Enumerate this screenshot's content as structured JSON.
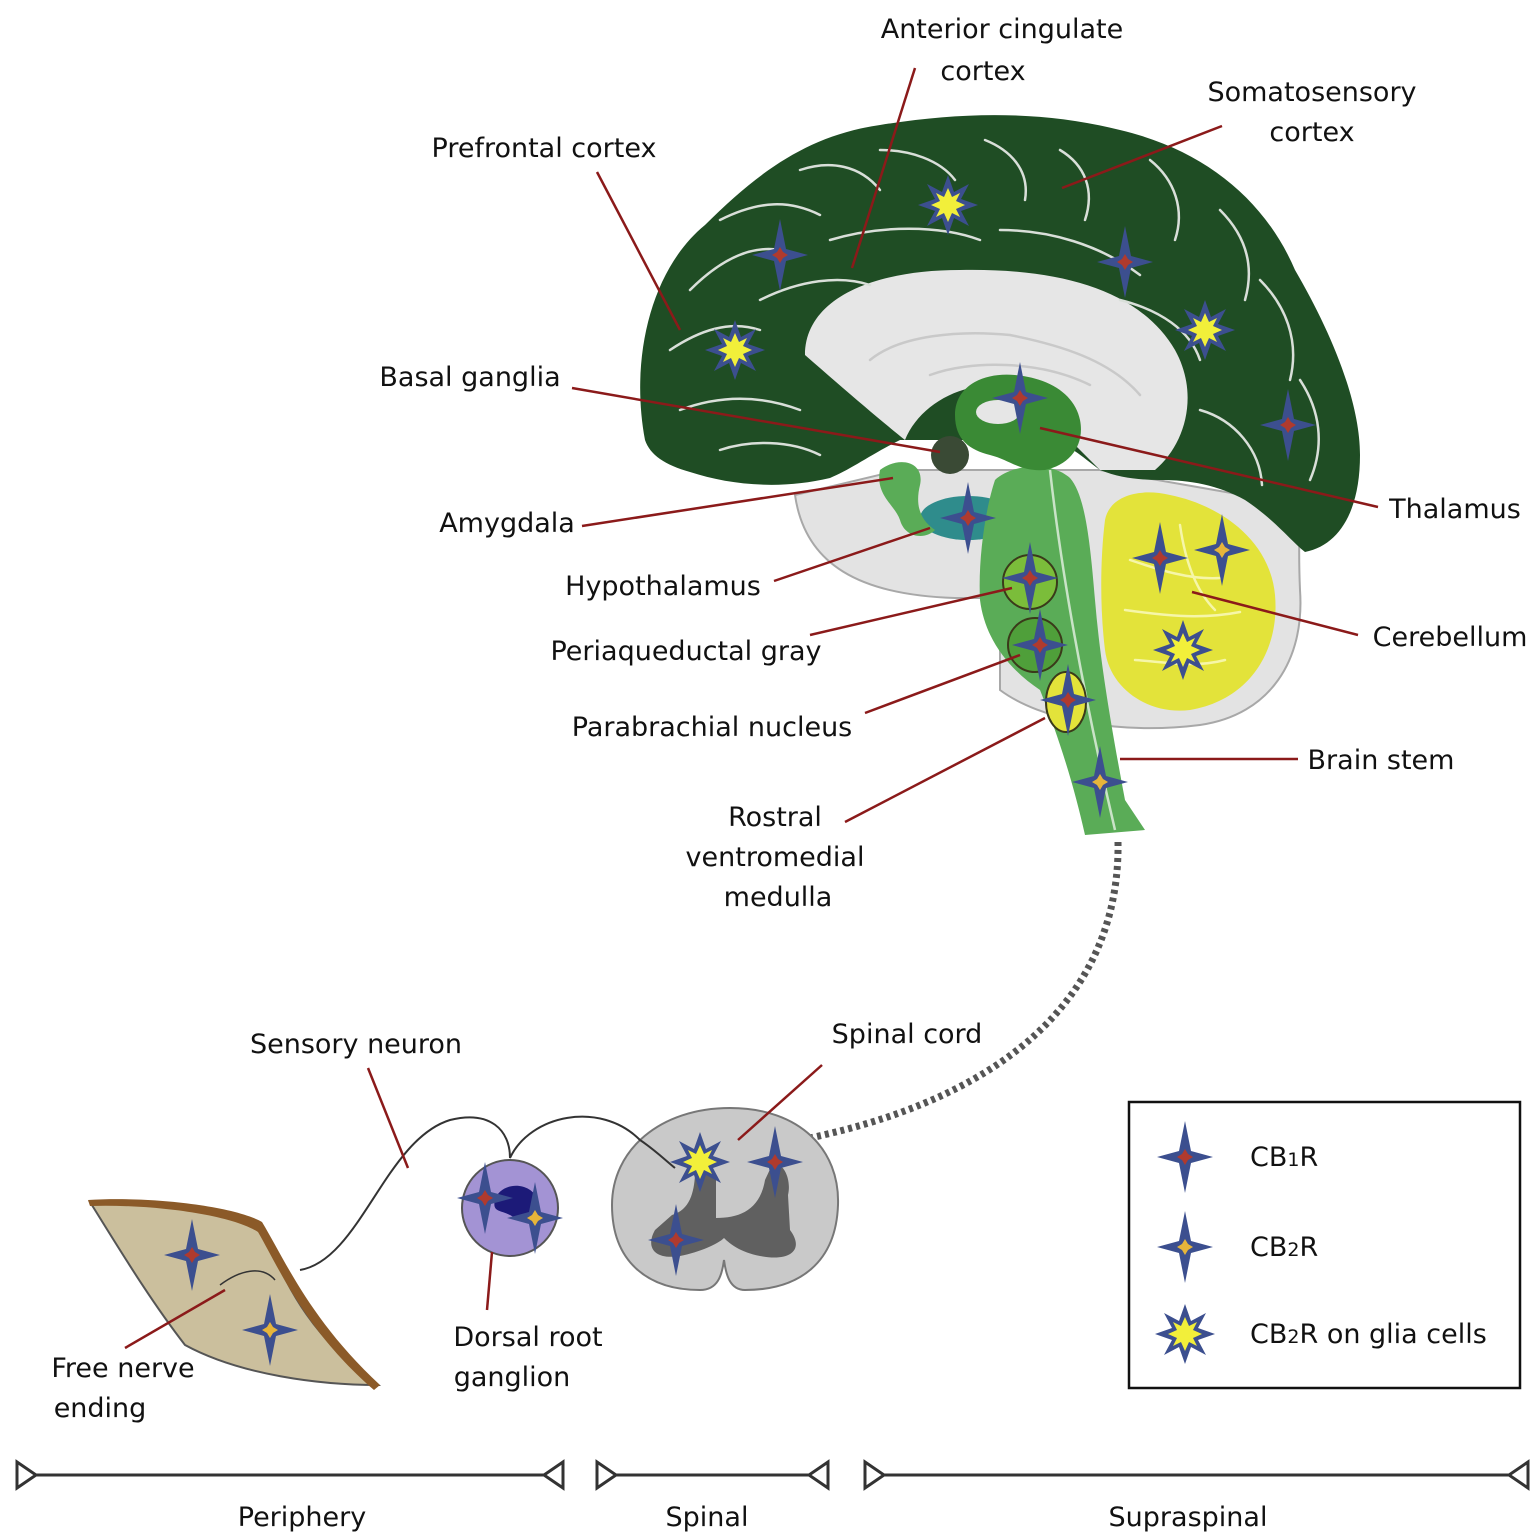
{
  "labels": {
    "anterior_cingulate": [
      "Anterior cingulate",
      "cortex"
    ],
    "somatosensory": [
      "Somatosensory",
      "cortex"
    ],
    "prefrontal": "Prefrontal cortex",
    "basal_ganglia": "Basal ganglia",
    "amygdala": "Amygdala",
    "hypothalamus": "Hypothalamus",
    "periaqueductal": "Periaqueductal gray",
    "parabrachial": "Parabrachial nucleus",
    "rvm": [
      "Rostral",
      "ventromedial",
      "medulla"
    ],
    "thalamus": "Thalamus",
    "cerebellum": "Cerebellum",
    "brain_stem": "Brain stem",
    "sensory_neuron": "Sensory neuron",
    "spinal_cord": "Spinal cord",
    "free_nerve": [
      "Free nerve",
      "ending"
    ],
    "drg": [
      "Dorsal root",
      "ganglion"
    ]
  },
  "legend": {
    "cb1": {
      "pre": "CB",
      "sub": "1",
      "post": "R"
    },
    "cb2": {
      "pre": "CB",
      "sub": "2",
      "post": "R"
    },
    "glia": {
      "pre": "CB",
      "sub": "2",
      "post": "R on glia cells"
    }
  },
  "scale": {
    "periphery": "Periphery",
    "spinal": "Spinal",
    "supraspinal": "Supraspinal"
  },
  "colors": {
    "cortex": "#1f4d24",
    "inner_white": "#e6e6e6",
    "thalamus": "#3a8a35",
    "brainstem": "#5aac57",
    "cerebellum": "#e3e33a",
    "hypothalamus": "#2f8c8c",
    "leader": "#8b1a1a",
    "receptor_blue": "#3c4f8f",
    "cb1_center": "#b03a2e",
    "cb2_center": "#e6b53a",
    "glia_yellow": "#f2ef3a"
  }
}
